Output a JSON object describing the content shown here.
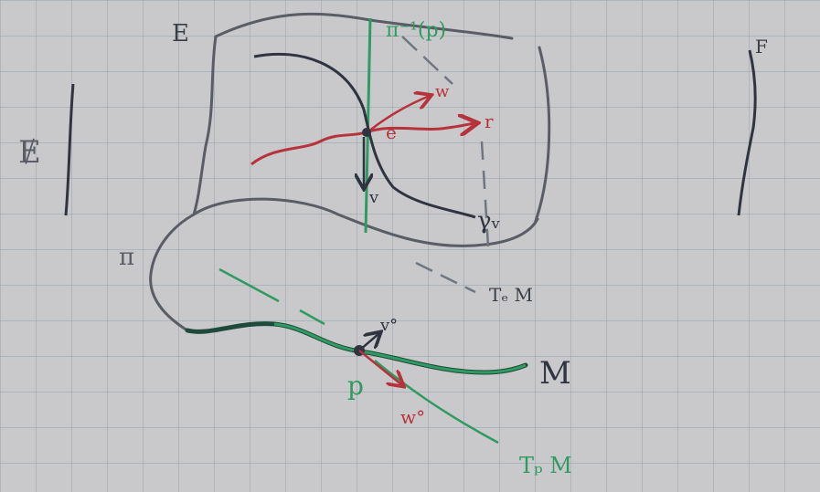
{
  "labels": {
    "E": "E",
    "F": "F",
    "cal_E": "Ɇ",
    "pi": "π",
    "M": "M",
    "p": "p",
    "e": "e",
    "pi_inv_p": "π⁻¹(p)",
    "T_e_M": "Tₑ M",
    "T_p_M": "Tₚ M",
    "v": "v",
    "w": "w",
    "r": "r",
    "gamma_v": "γᵥ",
    "v0": "v°",
    "w0": "w°"
  },
  "colors": {
    "paper": "#c9c9cb",
    "grid": "#9ea6b4",
    "pencil": "#5a5d65",
    "dark_ink": "#2f3440",
    "green": "#2f9a62",
    "red": "#b8323c"
  }
}
